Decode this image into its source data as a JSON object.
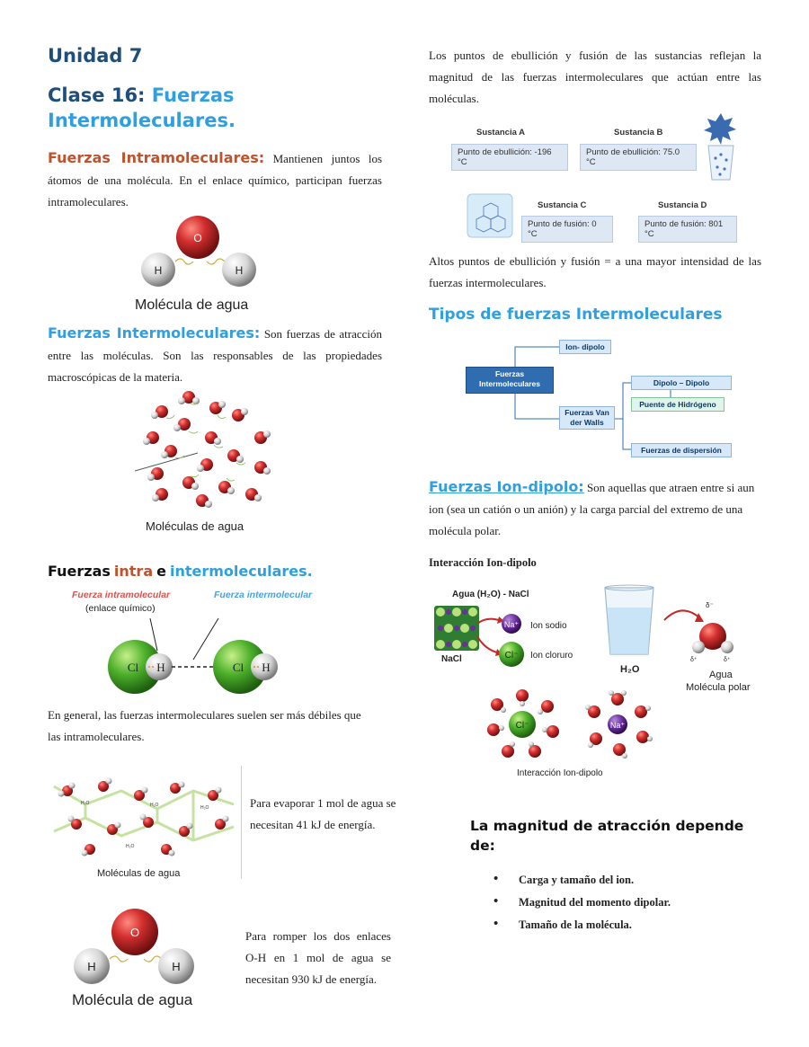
{
  "header": {
    "unit": "Unidad 7",
    "clase_prefix": "Clase 16:",
    "clase_topic": "Fuerzas Intermoleculares."
  },
  "intra": {
    "heading": "Fuerzas Intramoleculares:",
    "text": "Mantienen juntos los átomos de una molécula. En el enlace químico, participan fuerzas intramoleculares.",
    "figure_caption": "Molécula de agua"
  },
  "inter": {
    "heading": "Fuerzas Intermoleculares:",
    "text": "Son fuerzas de atracción entre las moléculas. Son las responsables de las propiedades macroscópicas de la materia.",
    "figure_caption": "Moléculas de agua"
  },
  "intra_inter": {
    "heading_1": "Fuerzas",
    "heading_2": "intra",
    "heading_3": "e",
    "heading_4": "intermoleculares.",
    "label_intra": "Fuerza intramolecular",
    "label_intra_sub": "(enlace químico)",
    "label_inter": "Fuerza intermolecular",
    "atom_cl": "Cl",
    "atom_h": "H",
    "text": "En general, las fuerzas intermoleculares suelen ser más débiles que las intramoleculares."
  },
  "energy": {
    "fig1_caption": "Moléculas de agua",
    "fig1_label": "H₂O",
    "fig1_text": "Para evaporar 1 mol de agua se necesitan 41 kJ de energía.",
    "fig2_caption": "Molécula de agua",
    "fig2_text": "Para romper los dos enlaces O-H en 1 mol de agua se necesitan 930 kJ de energía."
  },
  "atoms": {
    "o": "O",
    "h": "H"
  },
  "right": {
    "intro": "Los puntos de ebullición y fusión de las sustancias reflejan la magnitud de las fuerzas intermoleculares que actúan entre las moléculas.",
    "substances": [
      {
        "name": "Sustancia A",
        "value": "Punto de ebullición: -196 °C"
      },
      {
        "name": "Sustancia B",
        "value": "Punto de ebullición: 75.0 °C"
      },
      {
        "name": "Sustancia C",
        "value": "Punto de fusión: 0 °C"
      },
      {
        "name": "Sustancia D",
        "value": "Punto de fusión: 801 °C"
      }
    ],
    "conclusion": "Altos puntos de ebullición y fusión = a una mayor intensidad de las fuerzas intermoleculares.",
    "tipos_heading": "Tipos de fuerzas Intermoleculares",
    "diagram": {
      "root": "Fuerzas Intermoleculares",
      "ion_dipolo": "Ion- dipolo",
      "van_der_walls": "Fuerzas Van der Walls",
      "dipolo_dipolo": "Dipolo – Dipolo",
      "puente": "Puente de Hidrógeno",
      "dispersion": "Fuerzas de dispersión"
    },
    "ion_heading": "Fuerzas Ion-dipolo:",
    "ion_text": "Son aquellas que atraen entre si aun ion (sea un catión o un anión) y la carga parcial del extremo de una molécula polar.",
    "interaccion_title": "Interacción Ion-dipolo",
    "ion_fig": {
      "top_label": "Agua (H₂O) - NaCl",
      "nacl": "NaCl",
      "na": "Na⁺",
      "cl": "Cl⁻",
      "ion_sodio": "Ion sodio",
      "ion_cloruro": "Ion cloruro",
      "h2o": "H₂O",
      "agua": "Agua",
      "polar": "Molécula polar",
      "delta_minus": "δ⁻",
      "delta_plus": "δ⁺",
      "caption": "Interacción Ion-dipolo"
    },
    "magnitud_heading": "La magnitud de atracción depende de:",
    "bullets": [
      "Carga y tamaño del ion.",
      "Magnitud del momento dipolar.",
      "Tamaño de la molécula."
    ]
  }
}
